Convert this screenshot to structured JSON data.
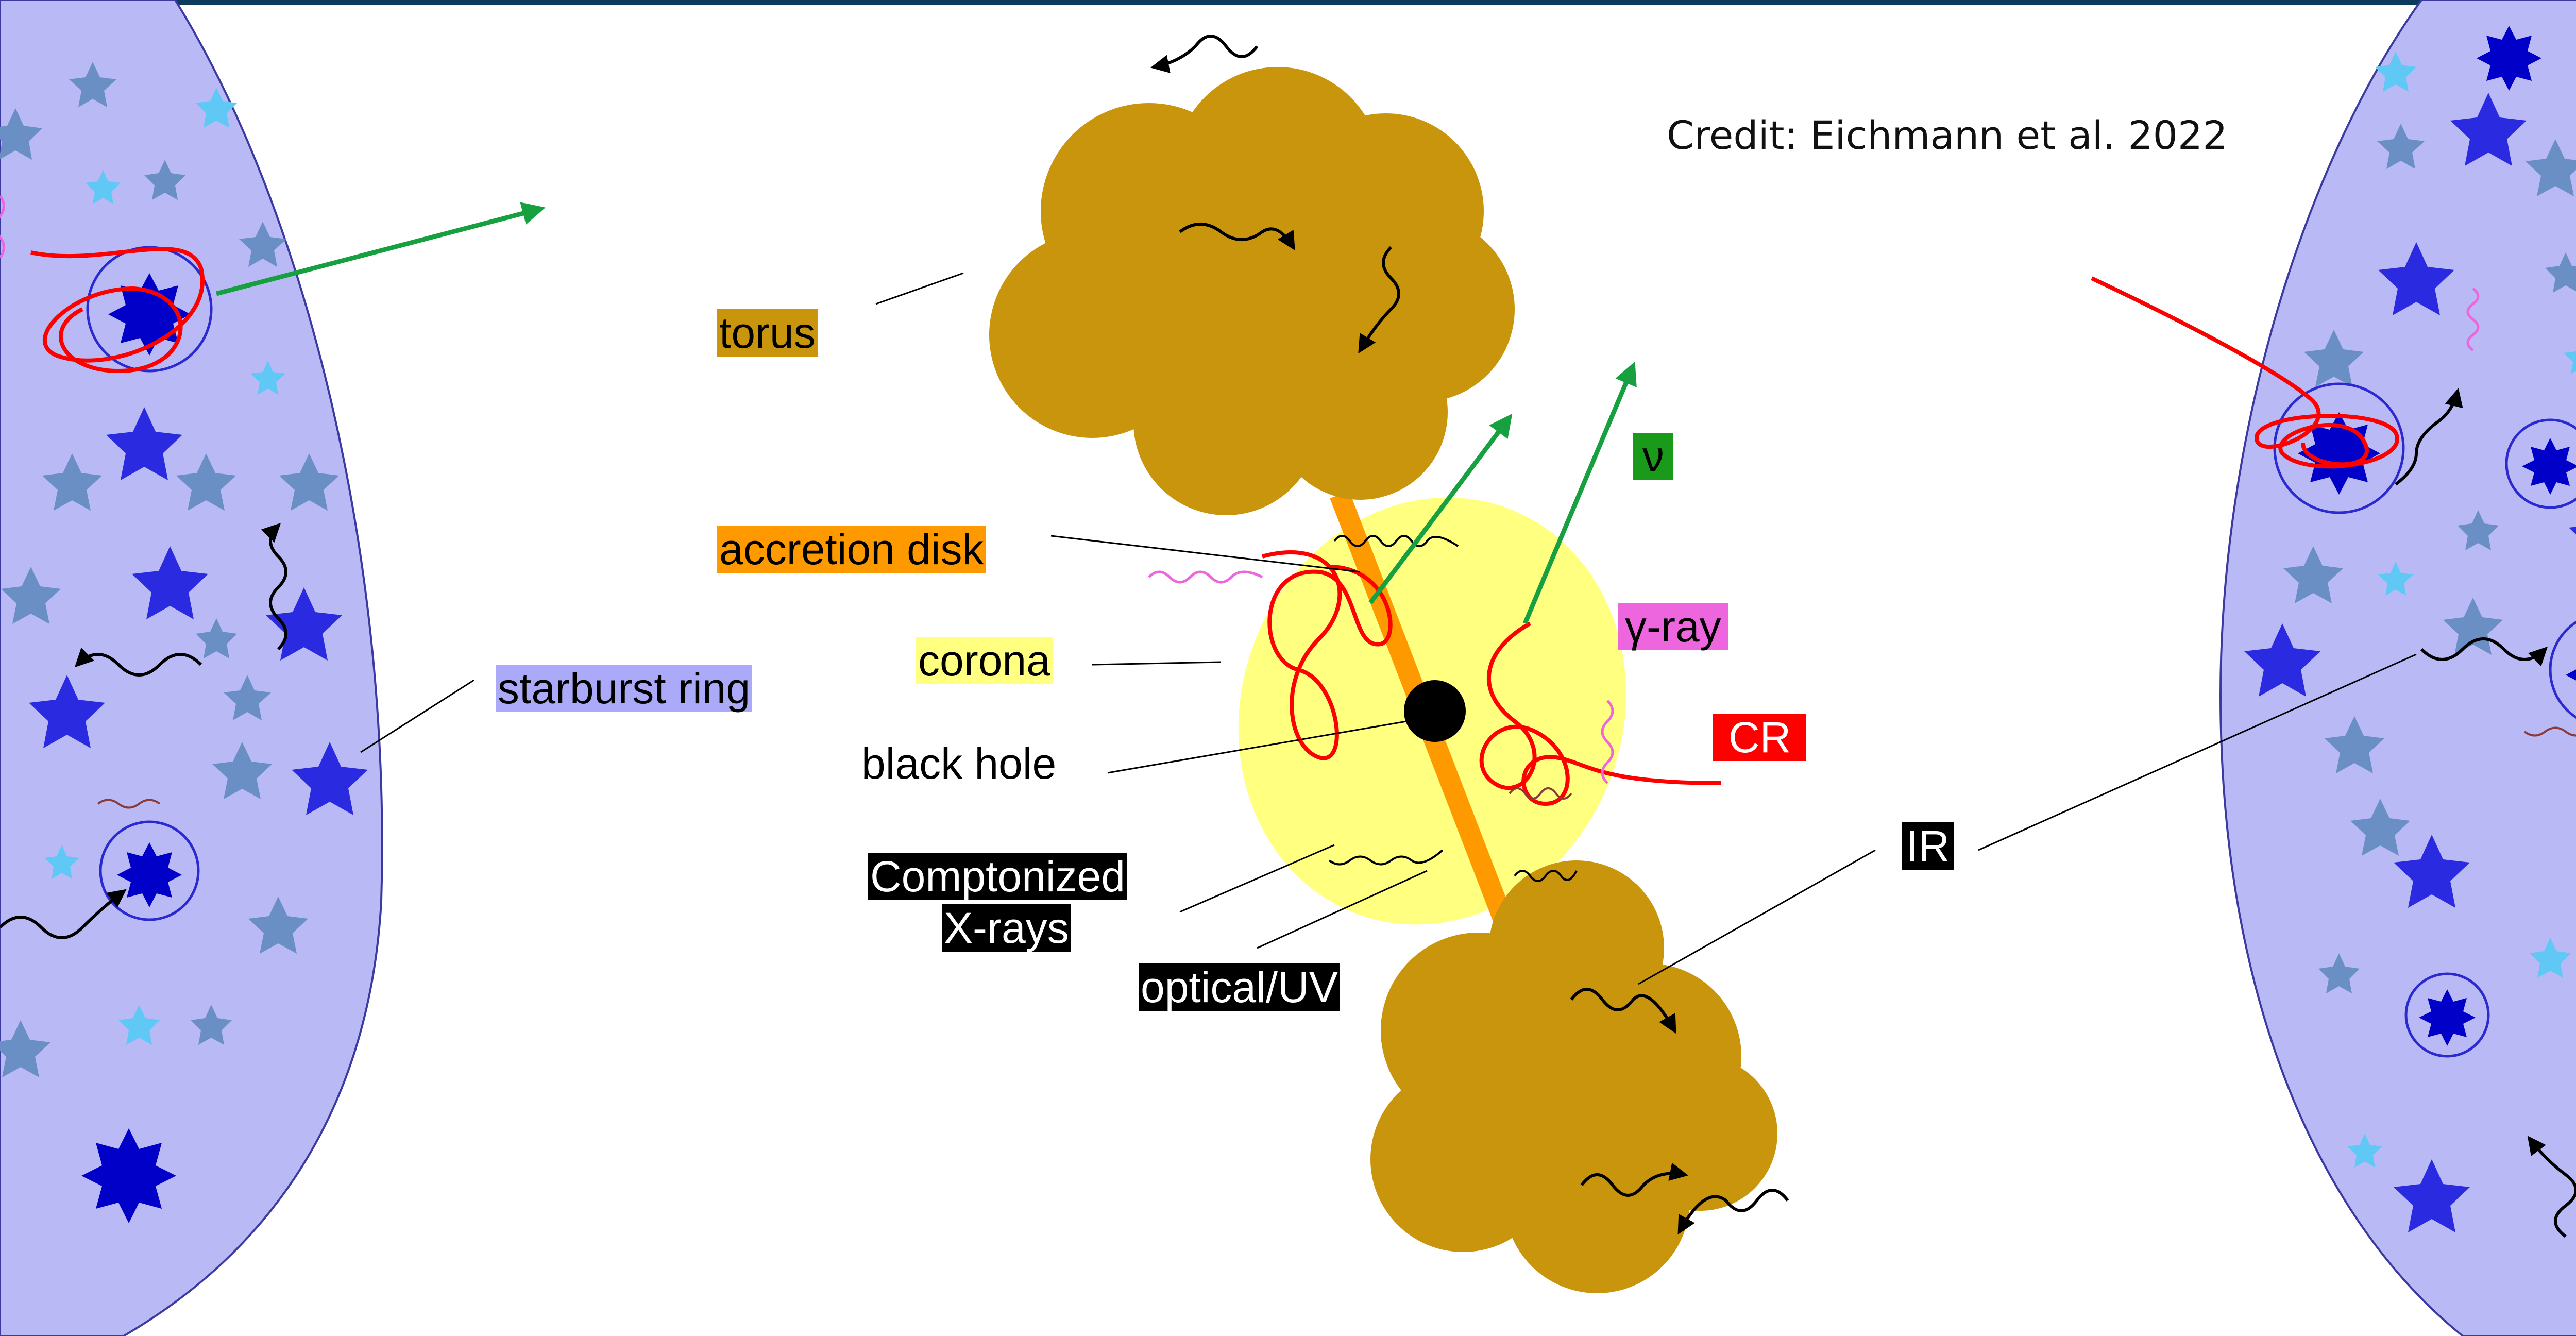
{
  "credit": "Credit: Eichmann et al. 2022",
  "labels": {
    "torus": "torus",
    "accretion_disk": "accretion disk",
    "corona": "corona",
    "black_hole": "black hole",
    "comptonized_line1": "Comptonized",
    "comptonized_line2": "X-rays",
    "optical_uv": "optical/UV",
    "starburst_ring": "starburst ring",
    "neutrino": "ν",
    "gamma_ray": "γ-ray",
    "cosmic_ray": "CR",
    "infrared": "IR"
  },
  "colors": {
    "torus_label_bg": "#c8950c",
    "accretion_label_bg": "#ff9900",
    "corona_label_bg": "#ffff80",
    "starburst_label_bg": "#aaaaf8",
    "neutrino_label_bg": "#1a9a1a",
    "gamma_label_bg": "#ee66dd",
    "cr_label_bg": "#ff0000",
    "dark_label_bg": "#000000",
    "topbar": "#0d3b5e"
  }
}
